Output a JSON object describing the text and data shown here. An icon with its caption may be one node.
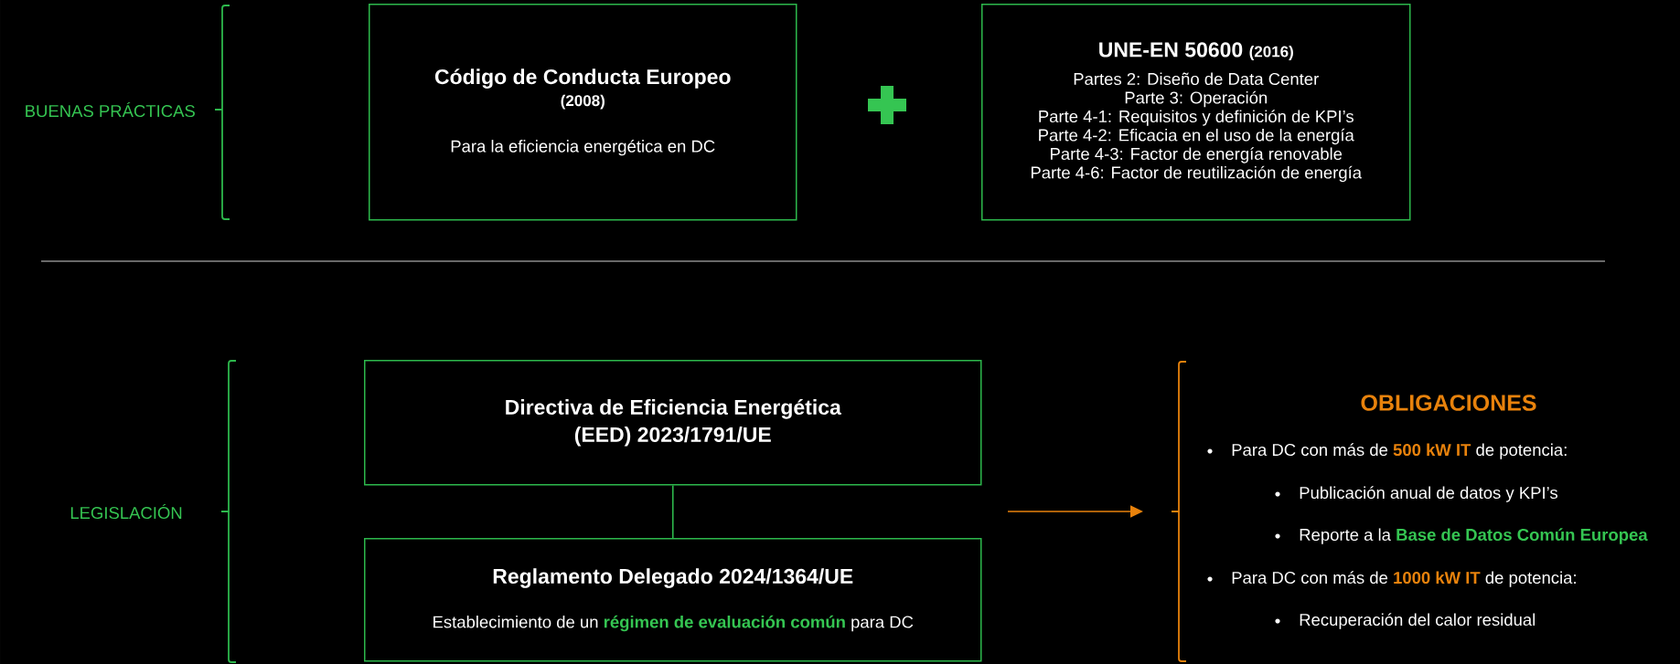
{
  "diagram": {
    "nodes": [
      {
        "text": [
          "Código de Conducta Europeo",
          "(2008)",
          "Para la eficiencia energética en DC"
        ]
      },
      {
        "text": [
          "UNE-EN 50600",
          "(2016)",
          "Partes 2: Diseño de Data Center",
          "Parte 3: Operación",
          "Parte 4-1: Requisitos y definición de KPI’s",
          "Parte 4-2: Eficacia en el uso de la energía",
          "Parte 4-3: Factor de energía renovable",
          "Parte 4-6: Factor de reutilización de energía"
        ]
      },
      {
        "text": [
          "Directiva de Eficiencia Energética (EED) 2023/1791/UE"
        ]
      },
      {
        "text": [
          "Reglamento Delegado 2024/1364/UE",
          "Establecimiento de un **régimen de evaluación común** para DC"
        ]
      },
      {
        "text": [
          "OBLIGACIONES",
          "Para DC con más de **500 kW IT** de potencia:",
          "Publicación anual de datos y KPI’s",
          "Reporte a la **Base de Datos Común Europea**",
          "Para DC con más de **1000 kW IT** de potencia:",
          "Recuperación del calor residual"
        ]
      }
    ],
    "edges": [
      {
        "from": 2,
        "to": 3,
        "arrow": "none"
      },
      {
        "from": null,
        "to": 4,
        "arrow": "to",
        "color": "#e8820c"
      }
    ],
    "labels": [
      "BUENAS PRÁCTICAS",
      "LEGISLACIÓN"
    ]
  }
}
